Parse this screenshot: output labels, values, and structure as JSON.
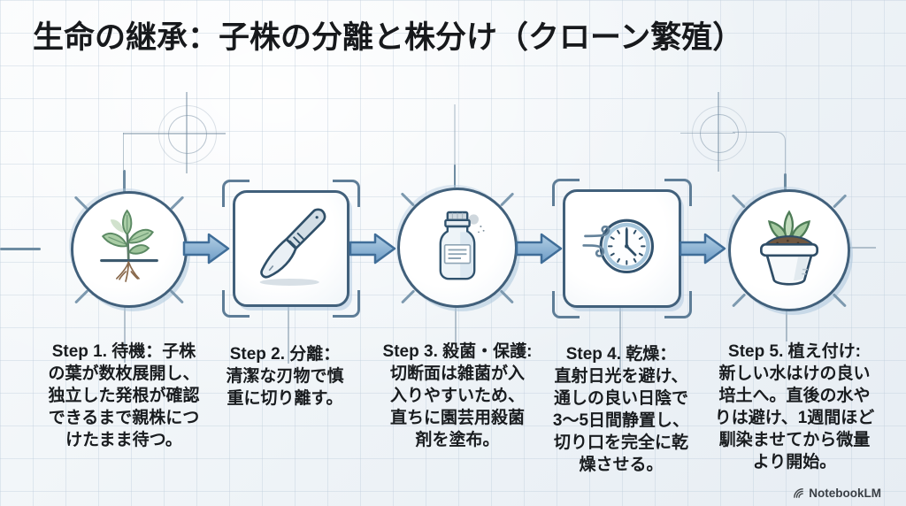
{
  "title": "生命の継承：子株の分離と株分け（クローン繁殖）",
  "steps": [
    {
      "id": 1,
      "shape": "circle",
      "icon": "plant-with-roots-icon",
      "text": "Step 1. 待機：子株\nの葉が数枚展開し、\n独立した発根が確認\nできるまで親株につ\nけたまま待つ。"
    },
    {
      "id": 2,
      "shape": "square",
      "icon": "scalpel-icon",
      "text": "Step 2. 分離：\n清潔な刃物で慎\n重に切り離す。"
    },
    {
      "id": 3,
      "shape": "circle",
      "icon": "fungicide-vial-icon",
      "text": "Step 3. 殺菌・保護:\n切断面は雑菌が入\n入りやすいため、\n直ちに園芸用殺菌\n剤を塗布。"
    },
    {
      "id": 4,
      "shape": "square",
      "icon": "clock-wind-icon",
      "text": "Step 4. 乾燥：\n直射日光を避け、\n通しの良い日陰で\n3〜5日間静置し、\n切り口を完全に乾\n燥させる。"
    },
    {
      "id": 5,
      "shape": "circle",
      "icon": "potted-plant-icon",
      "text": "Step 5. 植え付け:\n新しい水はけの良い\n培土へ。直後の水や\nりは避け、1週間ほど\n馴染ませてから微量\nより開始。"
    }
  ],
  "footer": {
    "brand": "NotebookLM"
  },
  "colors": {
    "arrow_blue": "#7fb0d6",
    "outline_slate": "#33536e",
    "bracket_blue": "#5e7d97",
    "leaf_green": "#a5c9a0",
    "background": "#f2f5f8",
    "grid_line": "#c4d1de",
    "title_text": "#17191c"
  }
}
